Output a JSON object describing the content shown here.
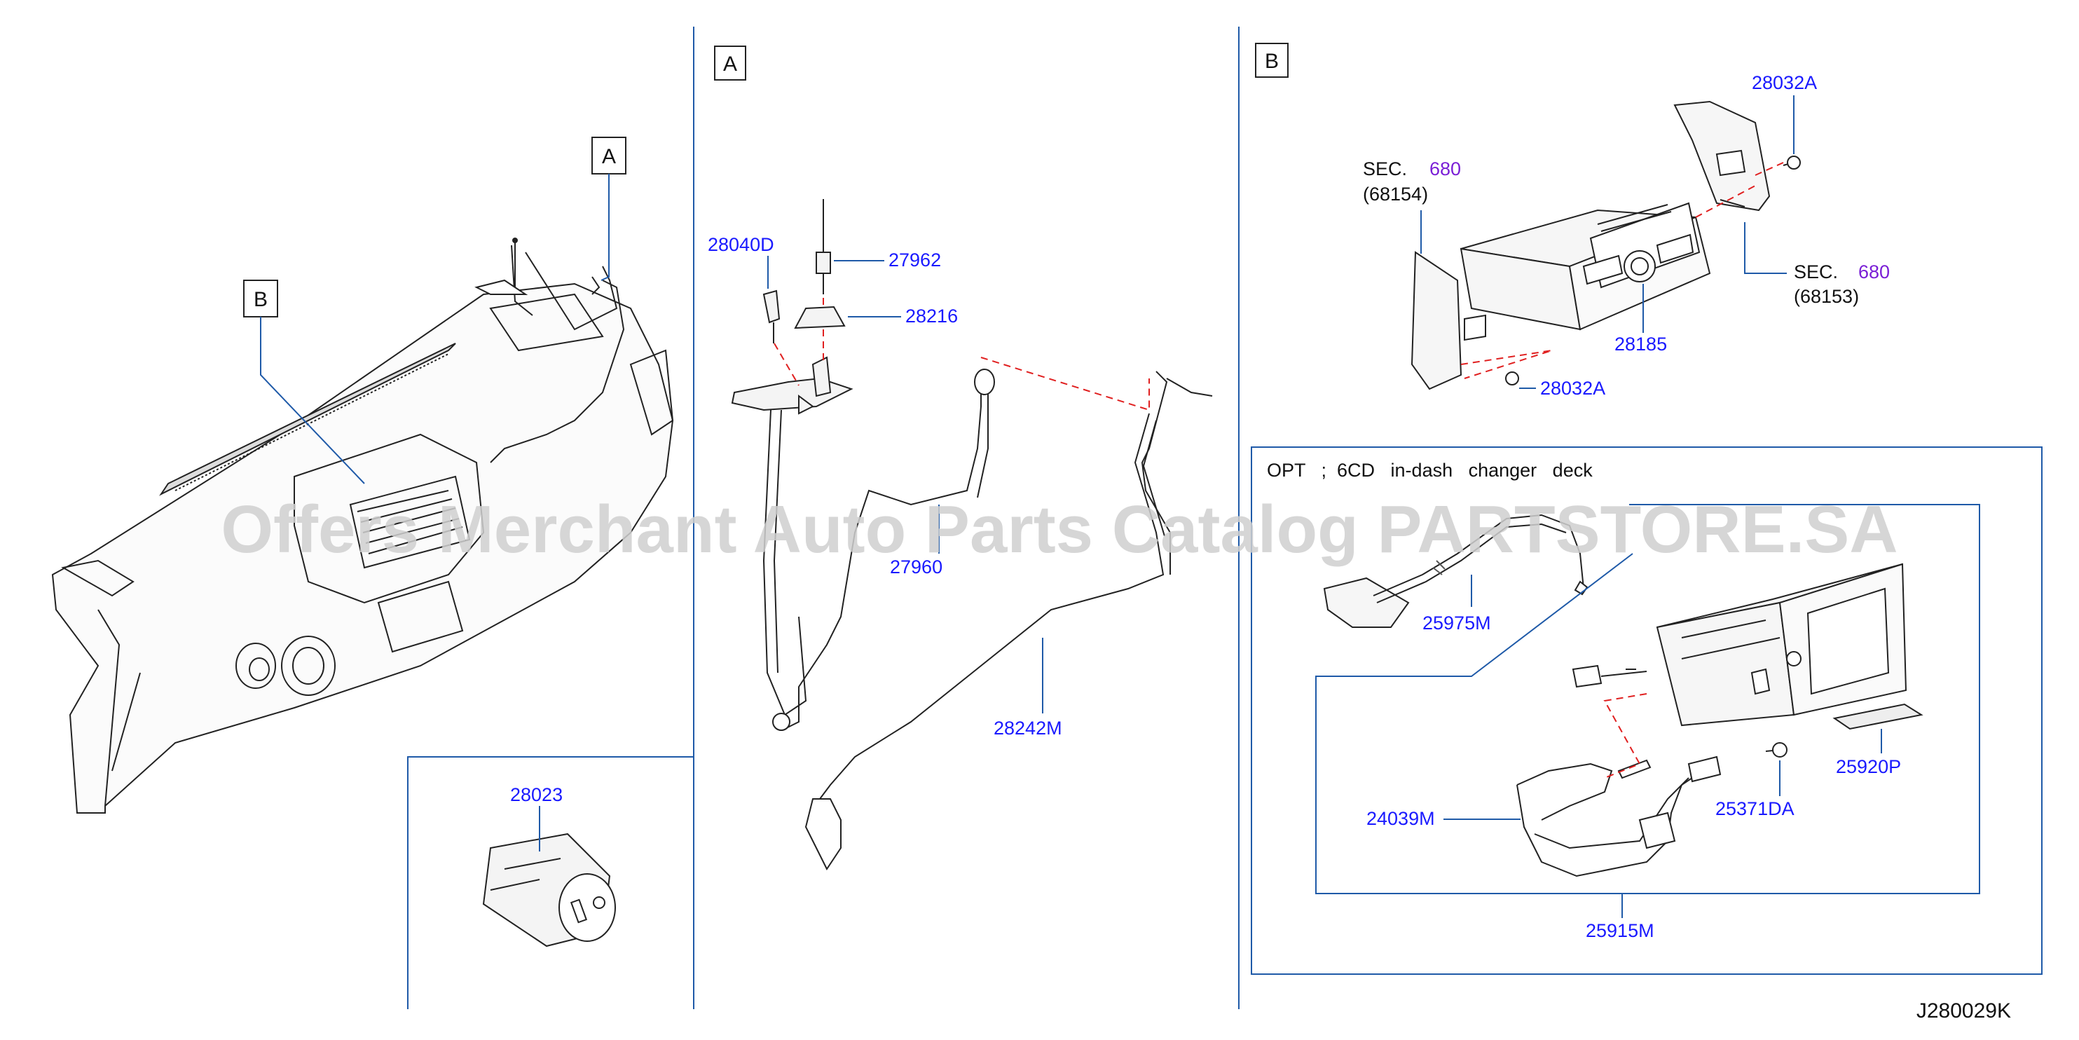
{
  "sections": {
    "A_label": "A",
    "B_label": "B"
  },
  "callouts_overview": {
    "A": "A",
    "B": "B"
  },
  "parts": {
    "p28040D": "28040D",
    "p27962": "27962",
    "p28216": "28216",
    "p27960": "27960",
    "p28242M": "28242M",
    "p28023": "28023",
    "p28032A_top": "28032A",
    "p28032A_bottom": "28032A",
    "p28185": "28185",
    "p25975M": "25975M",
    "p25920P": "25920P",
    "p25371DA": "25371DA",
    "p24039M": "24039M",
    "p25915M": "25915M"
  },
  "sec_refs": {
    "left": {
      "prefix": "SEC.",
      "num": "680",
      "sub": "(68154)"
    },
    "right": {
      "prefix": "SEC.",
      "num": "680",
      "sub": "(68153)"
    }
  },
  "opt_box": {
    "line": "OPT   ;  6CD   in-dash   changer   deck"
  },
  "watermark": "Offers Merchant Auto Parts Catalog PARTSTORE.SA",
  "diagram_code": "J280029K",
  "colors": {
    "part_number": "#1a1aff",
    "sec_number": "#7a1fd6",
    "leader": "#1f5aa8",
    "dashed": "#e02020"
  }
}
